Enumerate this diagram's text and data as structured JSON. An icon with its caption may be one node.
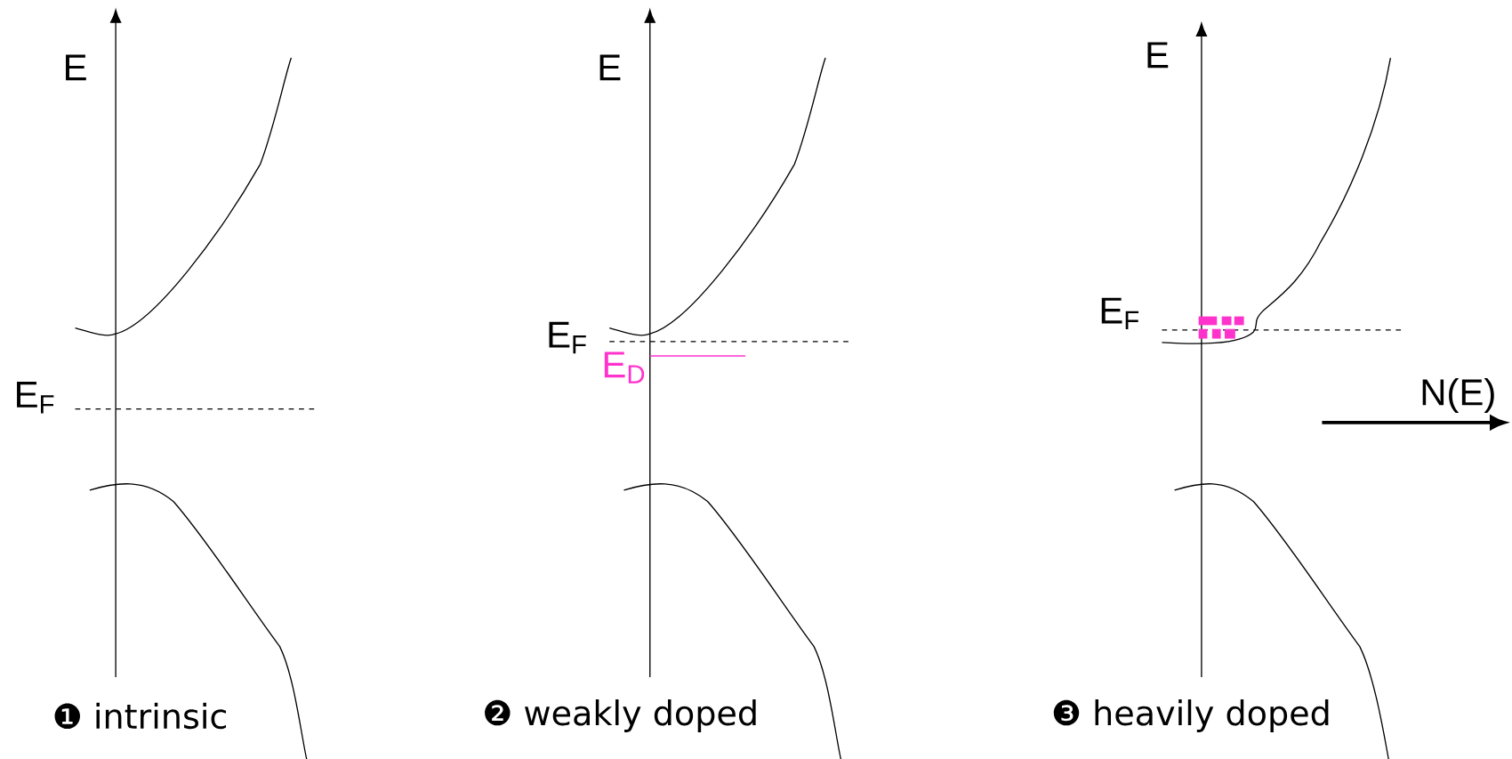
{
  "diagram": {
    "labels": [
      "E",
      "E",
      "E",
      "E$_{F}$",
      "E$_{F}$",
      "E$_{D}$",
      "E$_{F}$",
      "N(E)",
      "❶ intrinsic",
      "❷ weakly doped",
      "❸ heavily doped"
    ]
  }
}
